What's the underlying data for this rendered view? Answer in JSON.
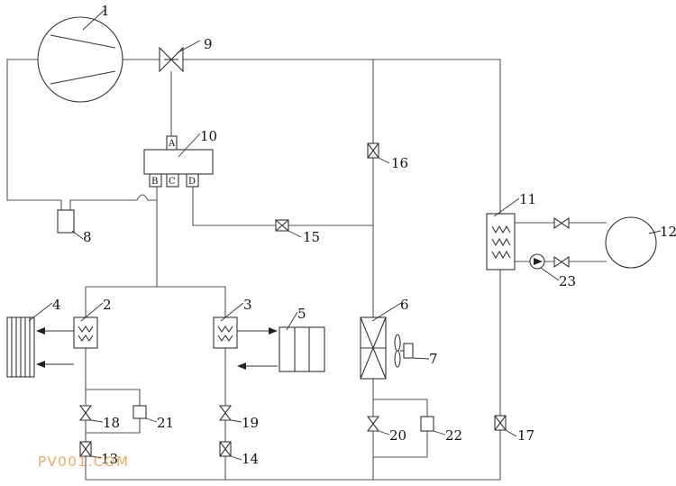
{
  "diagram": {
    "labels": {
      "l1": "1",
      "l2": "2",
      "l3": "3",
      "l4": "4",
      "l5": "5",
      "l6": "6",
      "l7": "7",
      "l8": "8",
      "l9": "9",
      "l10": "10",
      "l11": "11",
      "l12": "12",
      "l13": "13",
      "l14": "14",
      "l15": "15",
      "l16": "16",
      "l17": "17",
      "l18": "18",
      "l19": "19",
      "l20": "20",
      "l21": "21",
      "l22": "22",
      "l23": "23"
    },
    "ports": {
      "a": "A",
      "b": "B",
      "c": "C",
      "d": "D"
    }
  },
  "watermark": "PV001.COM"
}
